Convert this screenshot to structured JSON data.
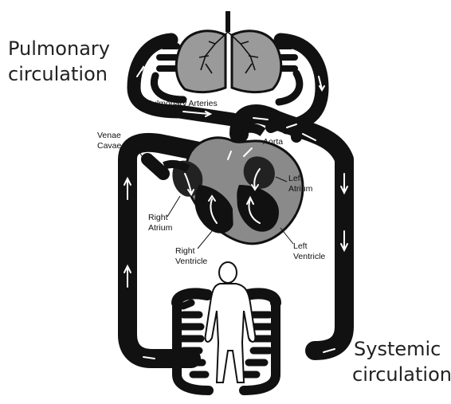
{
  "labels": {
    "pulmonary_line1": "Pulmonary",
    "pulmonary_line2": "circulation",
    "systemic_line1": "Systemic",
    "systemic_line2": "circulation",
    "pulmonary_arteries": "Pulmonary Arteries",
    "venae": "Venae",
    "cavae": "Cavae",
    "aorta": "Aorta",
    "left": "Left",
    "atrium": "Atrium",
    "right": "Right",
    "ventricle": "Ventricle"
  },
  "colors": {
    "vessel": "#111111",
    "heart": "#8a8a8a",
    "lung": "#9a9a9a",
    "body": "#ffffff",
    "arrow": "#ffffff"
  }
}
